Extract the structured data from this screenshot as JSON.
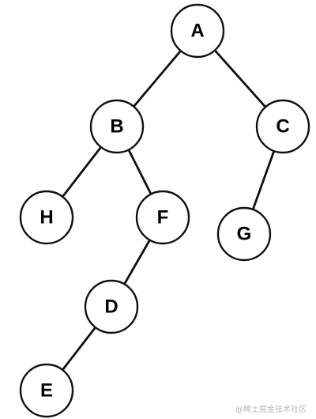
{
  "tree": {
    "nodes": [
      {
        "id": "A",
        "label": "A"
      },
      {
        "id": "B",
        "label": "B"
      },
      {
        "id": "C",
        "label": "C"
      },
      {
        "id": "H",
        "label": "H"
      },
      {
        "id": "F",
        "label": "F"
      },
      {
        "id": "G",
        "label": "G"
      },
      {
        "id": "D",
        "label": "D"
      },
      {
        "id": "E",
        "label": "E"
      }
    ],
    "edges": [
      {
        "from": "A",
        "to": "B"
      },
      {
        "from": "A",
        "to": "C"
      },
      {
        "from": "B",
        "to": "H"
      },
      {
        "from": "B",
        "to": "F"
      },
      {
        "from": "C",
        "to": "G"
      },
      {
        "from": "F",
        "to": "D"
      },
      {
        "from": "D",
        "to": "E"
      }
    ]
  },
  "colors": {
    "line": "#111111",
    "node_fill": "#ffffff",
    "label": "#000000",
    "watermark": "#b9b9b9"
  },
  "watermark": {
    "text": "@稀土掘金技术社区"
  }
}
